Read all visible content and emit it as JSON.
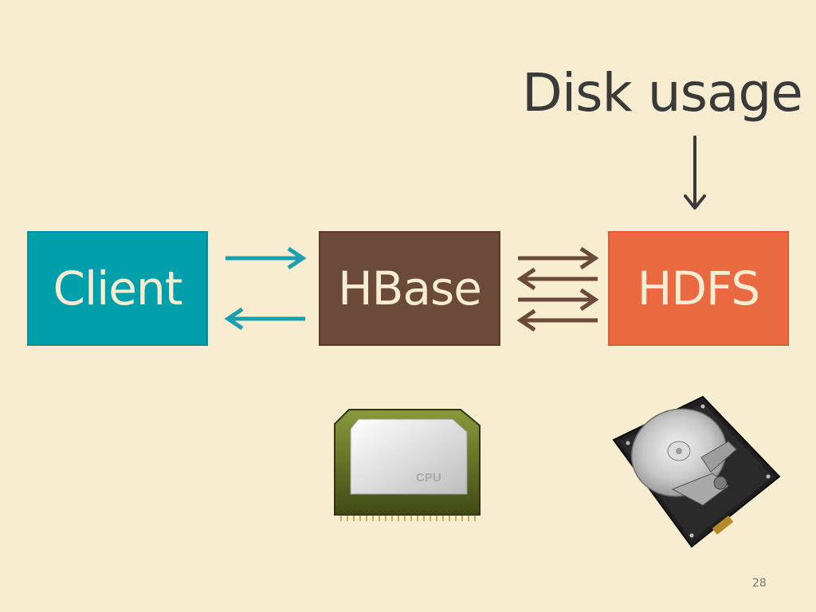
{
  "slide": {
    "annotation": "Disk usage",
    "page_number": "28"
  },
  "nodes": {
    "client": {
      "label": "Client",
      "color": "#009fac"
    },
    "hbase": {
      "label": "HBase",
      "color": "#6b4a3a"
    },
    "hdfs": {
      "label": "HDFS",
      "color": "#eb6940"
    }
  },
  "icons": {
    "cpu": {
      "name": "cpu-chip-icon",
      "text": "CPU"
    },
    "disk": {
      "name": "hard-disk-icon"
    }
  },
  "colors": {
    "background": "#f8edd0",
    "client_arrow": "#1a9fae",
    "hbase_arrow": "#6b4a3a",
    "annotation": "#3a3a3a"
  }
}
